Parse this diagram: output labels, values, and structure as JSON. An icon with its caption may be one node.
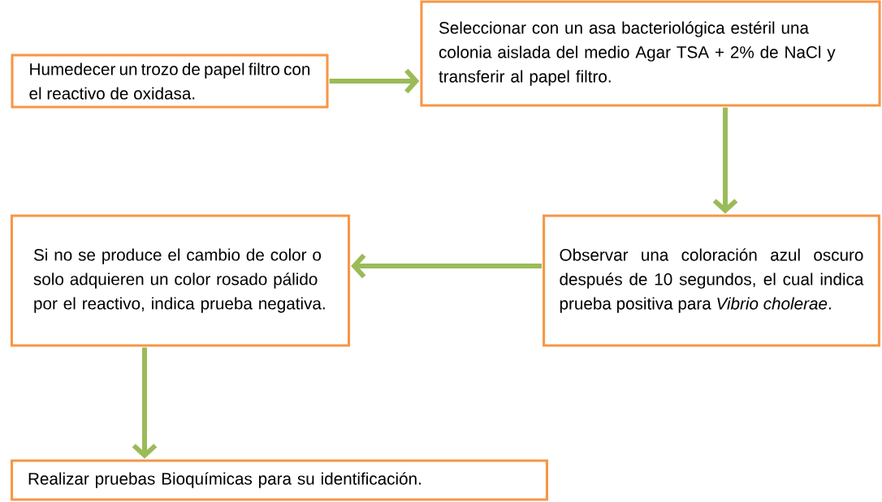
{
  "diagram": {
    "nodes": [
      {
        "text": [
          "Humedecer un trozo de papel filtro con el reactivo de oxidasa."
        ]
      },
      {
        "text": [
          "Seleccionar con un asa bacteriológica estéril una colonia aislada del medio Agar TSA + 2% de NaCl y transferir al papel filtro."
        ]
      },
      {
        "text": [
          "Observar una coloración azul oscuro después de 10 segundos, el cual indica prueba positiva para *Vibrio cholerae*."
        ]
      },
      {
        "text": [
          "Si no se produce el cambio de color o solo adquieren un color rosado pálido por el reactivo, indica prueba negativa."
        ]
      },
      {
        "text": [
          "Realizar pruebas Bioquímicas para su identificación."
        ]
      }
    ],
    "edges": [
      {
        "from": 0,
        "to": 1,
        "arrow": "to"
      },
      {
        "from": 1,
        "to": 2,
        "arrow": "to"
      },
      {
        "from": 2,
        "to": 3,
        "arrow": "to"
      },
      {
        "from": 3,
        "to": 4,
        "arrow": "to"
      }
    ]
  }
}
